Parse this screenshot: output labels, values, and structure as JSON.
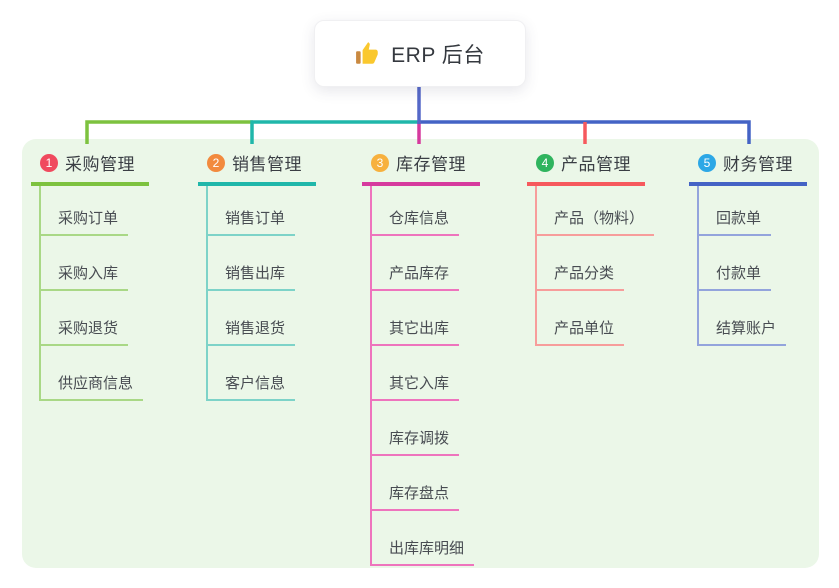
{
  "root": {
    "icon": "thumbs-up-icon",
    "label": "ERP 后台"
  },
  "colors": {
    "canvas_bg": "#ebf7e8",
    "root_line": "#5568c8"
  },
  "branches": [
    {
      "index": "1",
      "title": "采购管理",
      "badge_color": "#f04a5e",
      "line_color": "#7dc23f",
      "child_line_color": "#a9d886",
      "children": [
        "采购订单",
        "采购入库",
        "采购退货",
        "供应商信息"
      ]
    },
    {
      "index": "2",
      "title": "销售管理",
      "badge_color": "#f28a3e",
      "line_color": "#20b7aa",
      "child_line_color": "#7dd3c8",
      "children": [
        "销售订单",
        "销售出库",
        "销售退货",
        "客户信息"
      ]
    },
    {
      "index": "3",
      "title": "库存管理",
      "badge_color": "#f7b13e",
      "line_color": "#d63a9e",
      "child_line_color": "#ee74bd",
      "children": [
        "仓库信息",
        "产品库存",
        "其它出库",
        "其它入库",
        "库存调拨",
        "库存盘点",
        "出库库明细"
      ]
    },
    {
      "index": "4",
      "title": "产品管理",
      "badge_color": "#2fb45e",
      "line_color": "#f6595d",
      "child_line_color": "#f79d9b",
      "children": [
        "产品（物料）",
        "产品分类",
        "产品单位"
      ]
    },
    {
      "index": "5",
      "title": "财务管理",
      "badge_color": "#2ca7e6",
      "line_color": "#4463c5",
      "child_line_color": "#93a4dc",
      "children": [
        "回款单",
        "付款单",
        "结算账户"
      ]
    }
  ]
}
